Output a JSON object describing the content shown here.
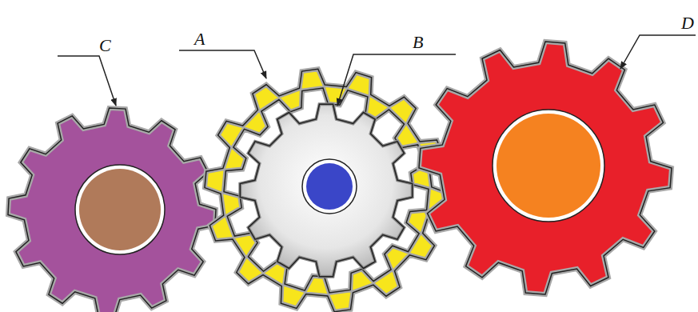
{
  "diagram": {
    "labels": [
      "C",
      "A",
      "B",
      "D"
    ]
  }
}
